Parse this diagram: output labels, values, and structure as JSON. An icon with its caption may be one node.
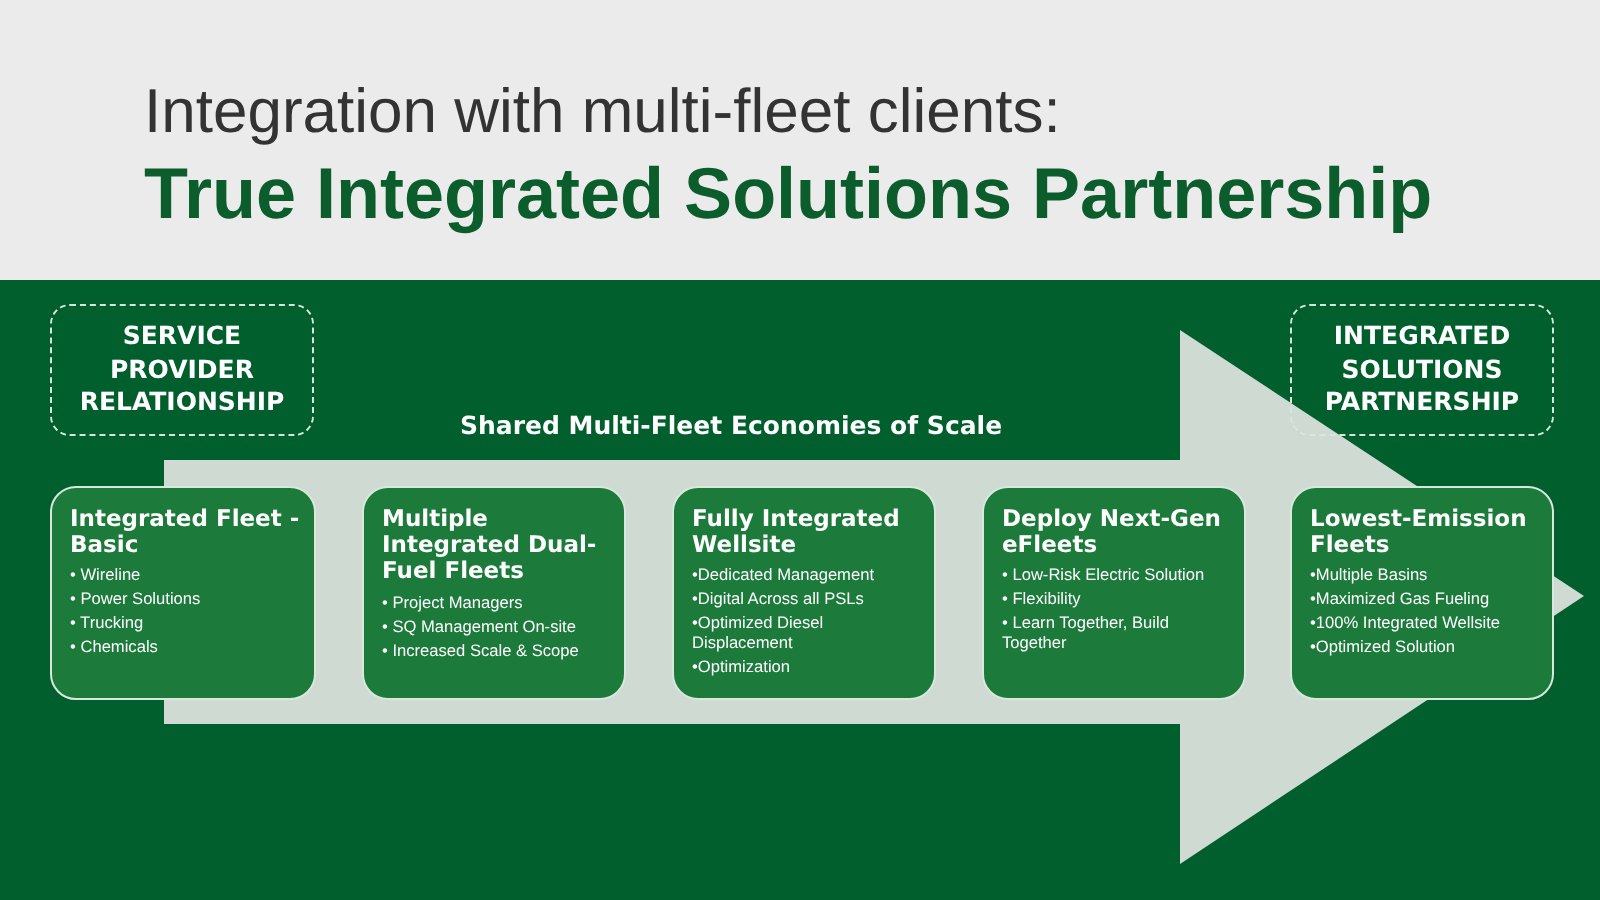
{
  "diagram": {
    "title": "True Integrated Solutions Partnership",
    "nodes": [
      {
        "text": [
          "SERVICE PROVIDER RELATIONSHIP"
        ]
      },
      {
        "text": [
          "INTEGRATED SOLUTIONS PARTNERSHIP"
        ]
      },
      {
        "text": [
          "Integrated Fleet - Basic",
          "• Wireline",
          "• Power Solutions",
          "• Trucking",
          "• Chemicals"
        ]
      },
      {
        "text": [
          "Multiple Integrated Dual-Fuel Fleets",
          "• Project Managers",
          "• SQ Management On-site",
          "• Increased Scale & Scope"
        ]
      },
      {
        "text": [
          "Fully Integrated Wellsite",
          "•Dedicated Management",
          "•Digital Across all PSLs",
          "•Optimized Diesel Displacement",
          "•Optimization"
        ]
      },
      {
        "text": [
          "Deploy Next-Gen eFleets",
          "• Low-Risk Electric Solution",
          "• Flexibility",
          "• Learn Together, Build Together"
        ]
      },
      {
        "text": [
          "Lowest-Emission Fleets",
          "•Multiple Basins",
          "•Maximized Gas Fueling",
          "•100% Integrated Wellsite",
          "•Optimized Solution"
        ]
      }
    ],
    "edges": [
      {
        "from": 2,
        "to": 6,
        "arrow": "to"
      }
    ],
    "labels": [
      "Integration with multi-fleet clients:",
      "Shared Multi-Fleet Economies of Scale"
    ]
  }
}
